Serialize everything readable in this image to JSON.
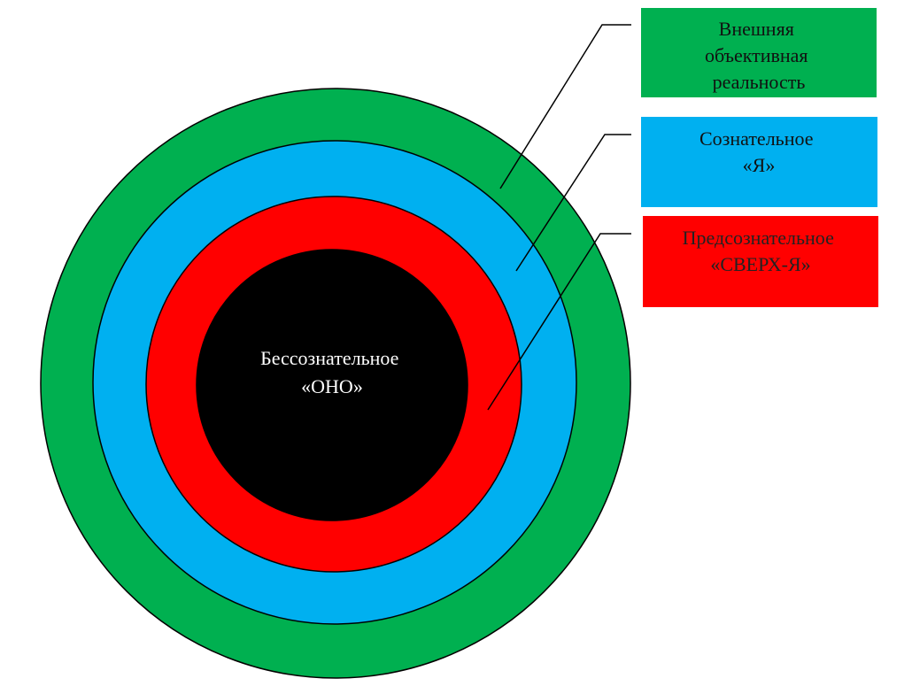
{
  "colors": {
    "outer": "#00B050",
    "conscious": "#00B0F0",
    "preconscious": "#FF0000",
    "unconscious": "#000000"
  },
  "center_label": {
    "line1": "Бессознательное",
    "line2": "«ОНО»"
  },
  "labels": {
    "outer": {
      "line1": "Внешняя",
      "line2": "объективная",
      "line3": "реальность"
    },
    "conscious": {
      "line1": "Сознательное",
      "line2": "«Я»"
    },
    "preconscious": {
      "line1": "Предсознательное",
      "line2": "«СВЕРХ-Я»"
    }
  }
}
